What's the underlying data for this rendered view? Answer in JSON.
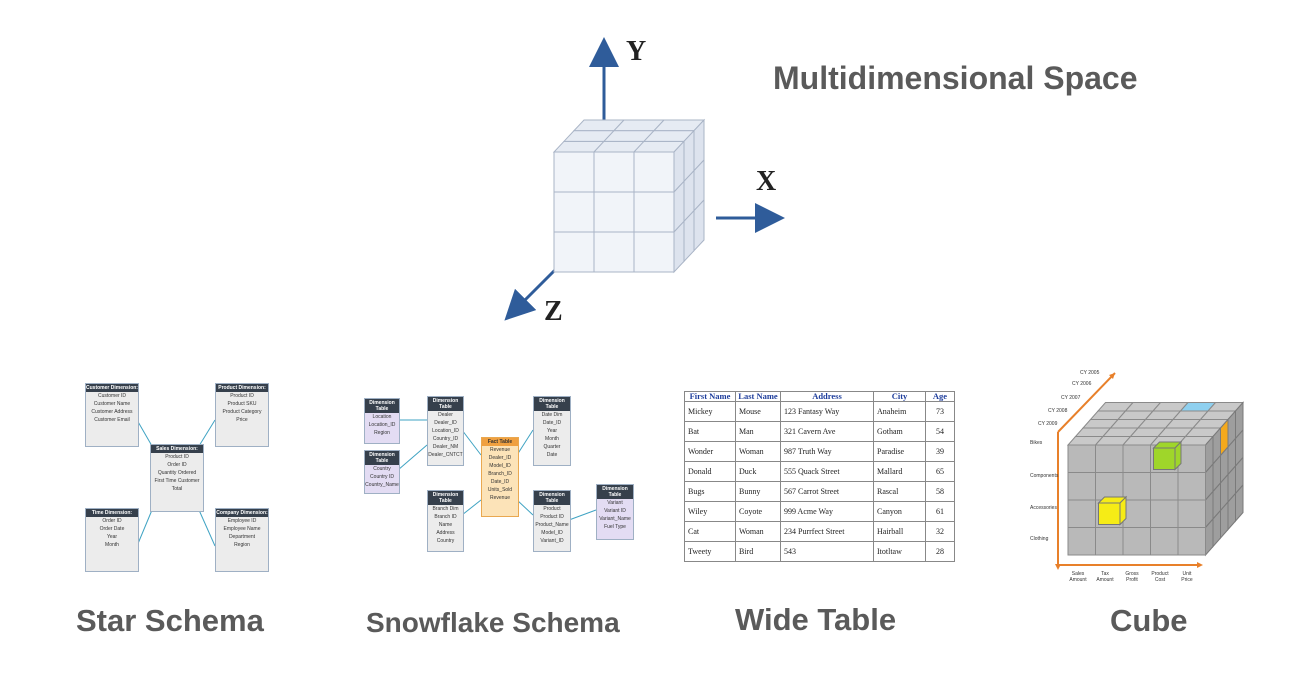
{
  "header": {
    "title": "Multidimensional Space",
    "axes": {
      "y": "Y",
      "x": "X",
      "z": "Z"
    }
  },
  "captions": {
    "star": "Star Schema",
    "snowflake": "Snowflake Schema",
    "wide": "Wide Table",
    "cube": "Cube"
  },
  "star_schema": {
    "customer": {
      "title": "Customer Dimension:",
      "fields": [
        "Customer ID",
        "Customer Name",
        "Customer Address",
        "Customer Email"
      ]
    },
    "product": {
      "title": "Product Dimension:",
      "fields": [
        "Product ID",
        "Product SKU",
        "Product Category",
        "Price"
      ]
    },
    "sales": {
      "title": "Sales Dimension:",
      "fields": [
        "Product ID",
        "Order ID",
        "Quantity Ordered",
        "First Time Customer",
        "Total"
      ]
    },
    "time": {
      "title": "Time Dimension:",
      "fields": [
        "Order ID",
        "Order Date",
        "Year",
        "Month"
      ]
    },
    "company": {
      "title": "Company Dimension:",
      "fields": [
        "Employee ID",
        "Employee Name",
        "Department",
        "Region"
      ]
    }
  },
  "snowflake_schema": {
    "location": {
      "title": "Dimension Table",
      "fields": [
        "Location",
        "Location_ID",
        "Region"
      ]
    },
    "country": {
      "title": "Dimension Table",
      "fields": [
        "Country",
        "Country ID",
        "Country_Name"
      ]
    },
    "dealer": {
      "title": "Dimension Table",
      "fields": [
        "Dealer",
        "Dealer_ID",
        "Location_ID",
        "Country_ID",
        "Dealer_NM",
        "Dealer_CNTCT"
      ]
    },
    "branch": {
      "title": "Dimension Table",
      "fields": [
        "Branch Dim",
        "Branch ID",
        "Name",
        "Address",
        "Country"
      ]
    },
    "fact": {
      "title": "Fact Table",
      "fields": [
        "Revenue",
        "Dealer_ID",
        "Model_ID",
        "Branch_ID",
        "Date_ID",
        "Units_Sold",
        "Revenue"
      ]
    },
    "date": {
      "title": "Dimension Table",
      "fields": [
        "Date Dim",
        "Date_ID",
        "Year",
        "Month",
        "Quarter",
        "Date"
      ]
    },
    "product": {
      "title": "Dimension Table",
      "fields": [
        "Product",
        "Product ID",
        "Product_Name",
        "Model_ID",
        "Variant_ID"
      ]
    },
    "variant": {
      "title": "Dimension Table",
      "fields": [
        "Variant",
        "Variant ID",
        "Variant_Name",
        "Fuel Type"
      ]
    }
  },
  "wide_table": {
    "columns": [
      "First Name",
      "Last Name",
      "Address",
      "City",
      "Age"
    ],
    "rows": [
      [
        "Mickey",
        "Mouse",
        "123 Fantasy Way",
        "Anaheim",
        "73"
      ],
      [
        "Bat",
        "Man",
        "321 Cavern Ave",
        "Gotham",
        "54"
      ],
      [
        "Wonder",
        "Woman",
        "987 Truth Way",
        "Paradise",
        "39"
      ],
      [
        "Donald",
        "Duck",
        "555 Quack Street",
        "Mallard",
        "65"
      ],
      [
        "Bugs",
        "Bunny",
        "567 Carrot Street",
        "Rascal",
        "58"
      ],
      [
        "Wiley",
        "Coyote",
        "999 Acme Way",
        "Canyon",
        "61"
      ],
      [
        "Cat",
        "Woman",
        "234 Purrfect Street",
        "Hairball",
        "32"
      ],
      [
        "Tweety",
        "Bird",
        "543",
        "Itotltaw",
        "28"
      ]
    ]
  },
  "cube": {
    "years": [
      "CY 2005",
      "CY 2006",
      "CY 2007",
      "CY 2008",
      "CY 2009"
    ],
    "categories": [
      "Bikes",
      "Components",
      "Accessories",
      "Clothing"
    ],
    "measures": [
      "Sales Amount",
      "Tax Amount",
      "Gross Profit",
      "Product Cost",
      "Unit Price"
    ],
    "colors": {
      "grey": "#b9b9b9",
      "green": "#9fd62a",
      "yellow": "#f6ec16",
      "orange": "#f4a91c",
      "blue": "#8fd0ef",
      "arrow": "#e8802a"
    }
  }
}
